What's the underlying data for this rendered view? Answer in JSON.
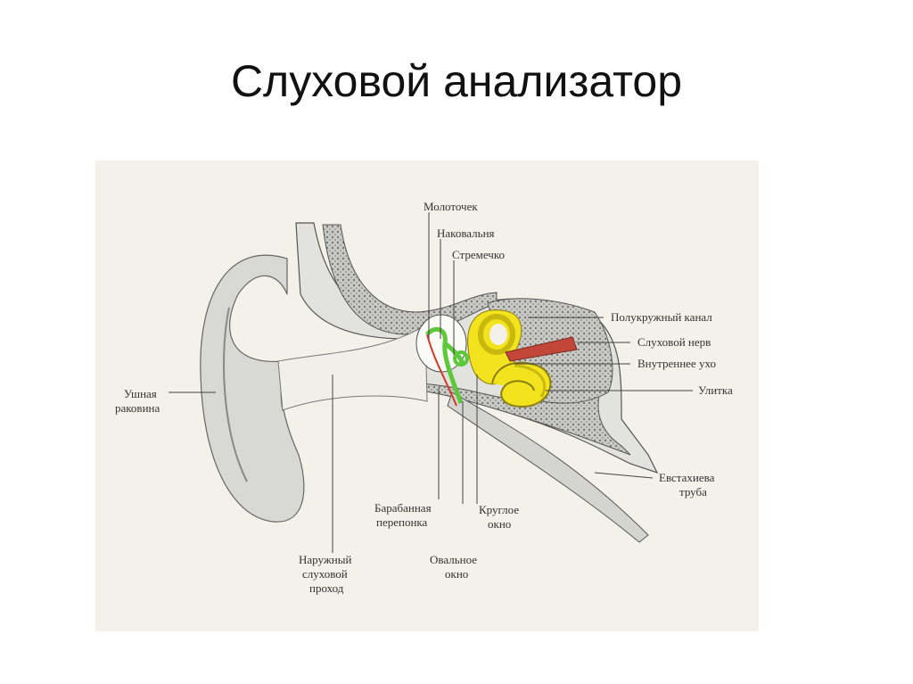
{
  "slide": {
    "title": "Слуховой анализатор"
  },
  "diagram": {
    "labels": {
      "hammer": "Молоточек",
      "anvil": "Наковальня",
      "stirrup": "Стремечко",
      "semicircular_canal": "Полукружный канал",
      "auditory_nerve": "Слуховой нерв",
      "inner_ear": "Внутреннее ухо",
      "cochlea": "Улитка",
      "eustachian_tube": [
        "Евстахиева",
        "труба"
      ],
      "auricle": [
        "Ушная",
        "раковина"
      ],
      "eardrum": [
        "Барабанная",
        "перепонка"
      ],
      "round_window": [
        "Круглое",
        "окно"
      ],
      "oval_window": [
        "Овальное",
        "окно"
      ],
      "ear_canal": [
        "Наружный",
        "слуховой",
        "проход"
      ]
    },
    "colors": {
      "ossicles": "#5cc83a",
      "inner_ear": "#f2e31e",
      "nerve": "#c2463a",
      "eardrum": "#d03a2a"
    }
  }
}
